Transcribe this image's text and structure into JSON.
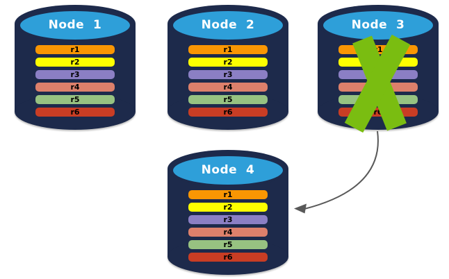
{
  "diagram": {
    "background": "#FFFFFF",
    "palette": {
      "cylinder_body": "#1D2A4B",
      "cylinder_top": "#2E9FD9",
      "title_text": "#FFFFFF",
      "row_text": "#000000",
      "cross": "#7ABD11",
      "arrow": "#595959"
    },
    "nodes": [
      {
        "label": "Node  1",
        "crossed_out": false,
        "rows": [
          {
            "label": "r1",
            "color": "#F99603"
          },
          {
            "label": "r2",
            "color": "#FDFF00"
          },
          {
            "label": "r3",
            "color": "#8B7FC4"
          },
          {
            "label": "r4",
            "color": "#DD806B"
          },
          {
            "label": "r5",
            "color": "#97C281"
          },
          {
            "label": "r6",
            "color": "#C93D24"
          }
        ]
      },
      {
        "label": "Node  2",
        "crossed_out": false,
        "rows": [
          {
            "label": "r1",
            "color": "#F99603"
          },
          {
            "label": "r2",
            "color": "#FDFF00"
          },
          {
            "label": "r3",
            "color": "#8B7FC4"
          },
          {
            "label": "r4",
            "color": "#DD806B"
          },
          {
            "label": "r5",
            "color": "#97C281"
          },
          {
            "label": "r6",
            "color": "#C93D24"
          }
        ]
      },
      {
        "label": "Node  3",
        "crossed_out": true,
        "rows": [
          {
            "label": "r1",
            "color": "#F99603"
          },
          {
            "label": "r2",
            "color": "#FDFF00"
          },
          {
            "label": "r3",
            "color": "#8B7FC4"
          },
          {
            "label": "r4",
            "color": "#DD806B"
          },
          {
            "label": "r5",
            "color": "#97C281"
          },
          {
            "label": "r6",
            "color": "#C93D24"
          }
        ]
      },
      {
        "label": "Node  4",
        "crossed_out": false,
        "rows": [
          {
            "label": "r1",
            "color": "#F99603"
          },
          {
            "label": "r2",
            "color": "#FDFF00"
          },
          {
            "label": "r3",
            "color": "#8B7FC4"
          },
          {
            "label": "r4",
            "color": "#DD806B"
          },
          {
            "label": "r5",
            "color": "#97C281"
          },
          {
            "label": "r6",
            "color": "#C93D24"
          }
        ]
      }
    ],
    "arrow": {
      "from": "Node 3",
      "to": "Node 4"
    }
  }
}
